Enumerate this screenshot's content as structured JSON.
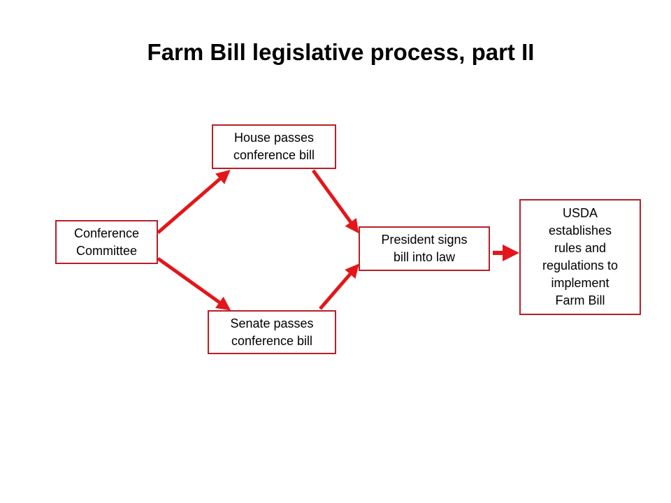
{
  "title": "Farm Bill legislative process, part II",
  "colors": {
    "box_border": "#b72026",
    "arrow": "#e3161b"
  },
  "nodes": {
    "conference": "Conference\nCommittee",
    "house": "House passes\nconference bill",
    "senate": "Senate passes\nconference bill",
    "president": "President signs\nbill into law",
    "usda": "USDA\nestablishes\nrules and\nregulations to\nimplement\nFarm Bill"
  },
  "edges": [
    {
      "from": "conference",
      "to": "house"
    },
    {
      "from": "conference",
      "to": "senate"
    },
    {
      "from": "house",
      "to": "president"
    },
    {
      "from": "senate",
      "to": "president"
    },
    {
      "from": "president",
      "to": "usda"
    }
  ]
}
